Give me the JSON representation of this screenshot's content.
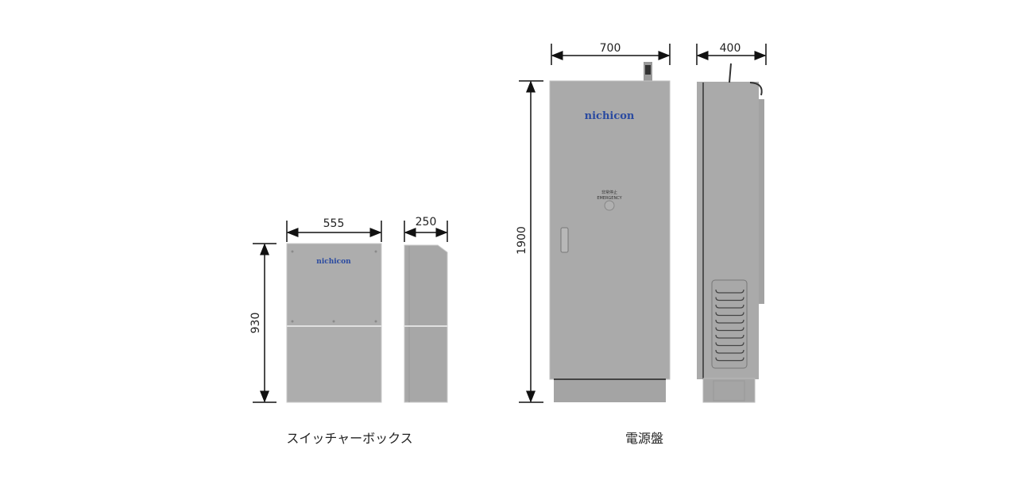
{
  "switch_box": {
    "caption": "スイッチャーボックス",
    "width_mm": "555",
    "depth_mm": "250",
    "height_mm": "930",
    "logo": "nichicon"
  },
  "power_panel": {
    "caption": "電源盤",
    "width_mm": "700",
    "depth_mm": "400",
    "height_mm": "1900",
    "logo": "nichicon",
    "emergency_label_jp": "非常停止",
    "emergency_label_en": "EMERGENCY"
  },
  "colors": {
    "panel": "#a9a9a9",
    "logo": "#2a4aa0"
  }
}
